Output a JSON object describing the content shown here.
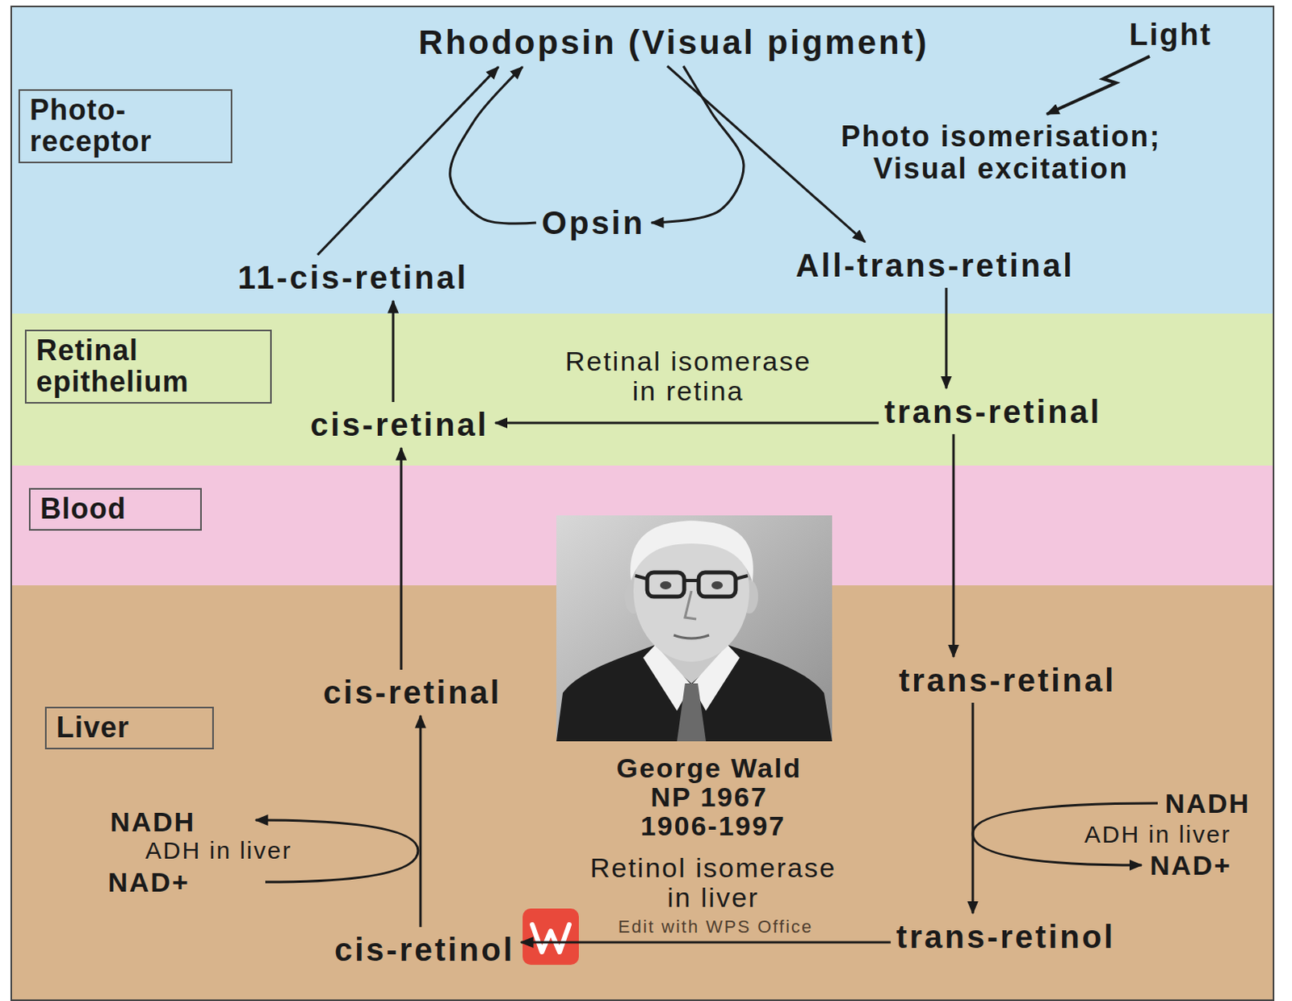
{
  "diagram": {
    "nodes": [
      {
        "text": [
          "Photo- receptor"
        ]
      },
      {
        "text": [
          "Rhodopsin (Visual pigment)"
        ],
        "in": 0
      },
      {
        "text": [
          "Opsin"
        ],
        "in": 0
      },
      {
        "text": [
          "11-cis-retinal"
        ],
        "in": 0
      },
      {
        "text": [
          "All-trans-retinal"
        ],
        "in": 0
      },
      {
        "text": [
          "Retinal epithelium"
        ]
      },
      {
        "text": [
          "cis-retinal"
        ],
        "in": 5
      },
      {
        "text": [
          "trans-retinal"
        ],
        "in": 5
      },
      {
        "text": [
          "Blood"
        ]
      },
      {
        "text": [
          "Liver"
        ]
      },
      {
        "text": [
          "cis-retinal"
        ],
        "in": 9
      },
      {
        "text": [
          "trans-retinal"
        ],
        "in": 9
      },
      {
        "text": [
          "cis-retinol"
        ],
        "in": 9
      },
      {
        "text": [
          "trans-retinol"
        ],
        "in": 9
      }
    ],
    "edges": [
      {
        "from": 3,
        "to": 1,
        "arrow": "to"
      },
      {
        "from": 1,
        "to": 4,
        "arrow": "to"
      },
      {
        "from": 1,
        "to": 2,
        "arrow": "to"
      },
      {
        "from": 2,
        "to": 1,
        "arrow": "to"
      },
      {
        "from": 4,
        "to": 7,
        "arrow": "to"
      },
      {
        "from": 7,
        "to": 6,
        "label": "Retinal isomerase in retina",
        "arrow": "to"
      },
      {
        "from": 7,
        "to": 11,
        "arrow": "to"
      },
      {
        "from": 11,
        "to": 13,
        "arrow": "to"
      },
      {
        "from": 13,
        "to": 12,
        "label": "Retinol isomerase in liver",
        "arrow": "to"
      },
      {
        "from": 12,
        "to": 10,
        "arrow": "to"
      },
      {
        "from": 10,
        "to": 6,
        "arrow": "to"
      },
      {
        "from": 6,
        "to": 3,
        "arrow": "to"
      }
    ],
    "labels": [
      "Light",
      "Photo isomerisation; Visual excitation",
      "George Wald",
      "NP 1967",
      "1906-1997",
      "NADH",
      "ADH in liver",
      "NAD+",
      "NADH",
      "ADH in liver",
      "NAD+",
      "Edit with WPS Office"
    ]
  }
}
